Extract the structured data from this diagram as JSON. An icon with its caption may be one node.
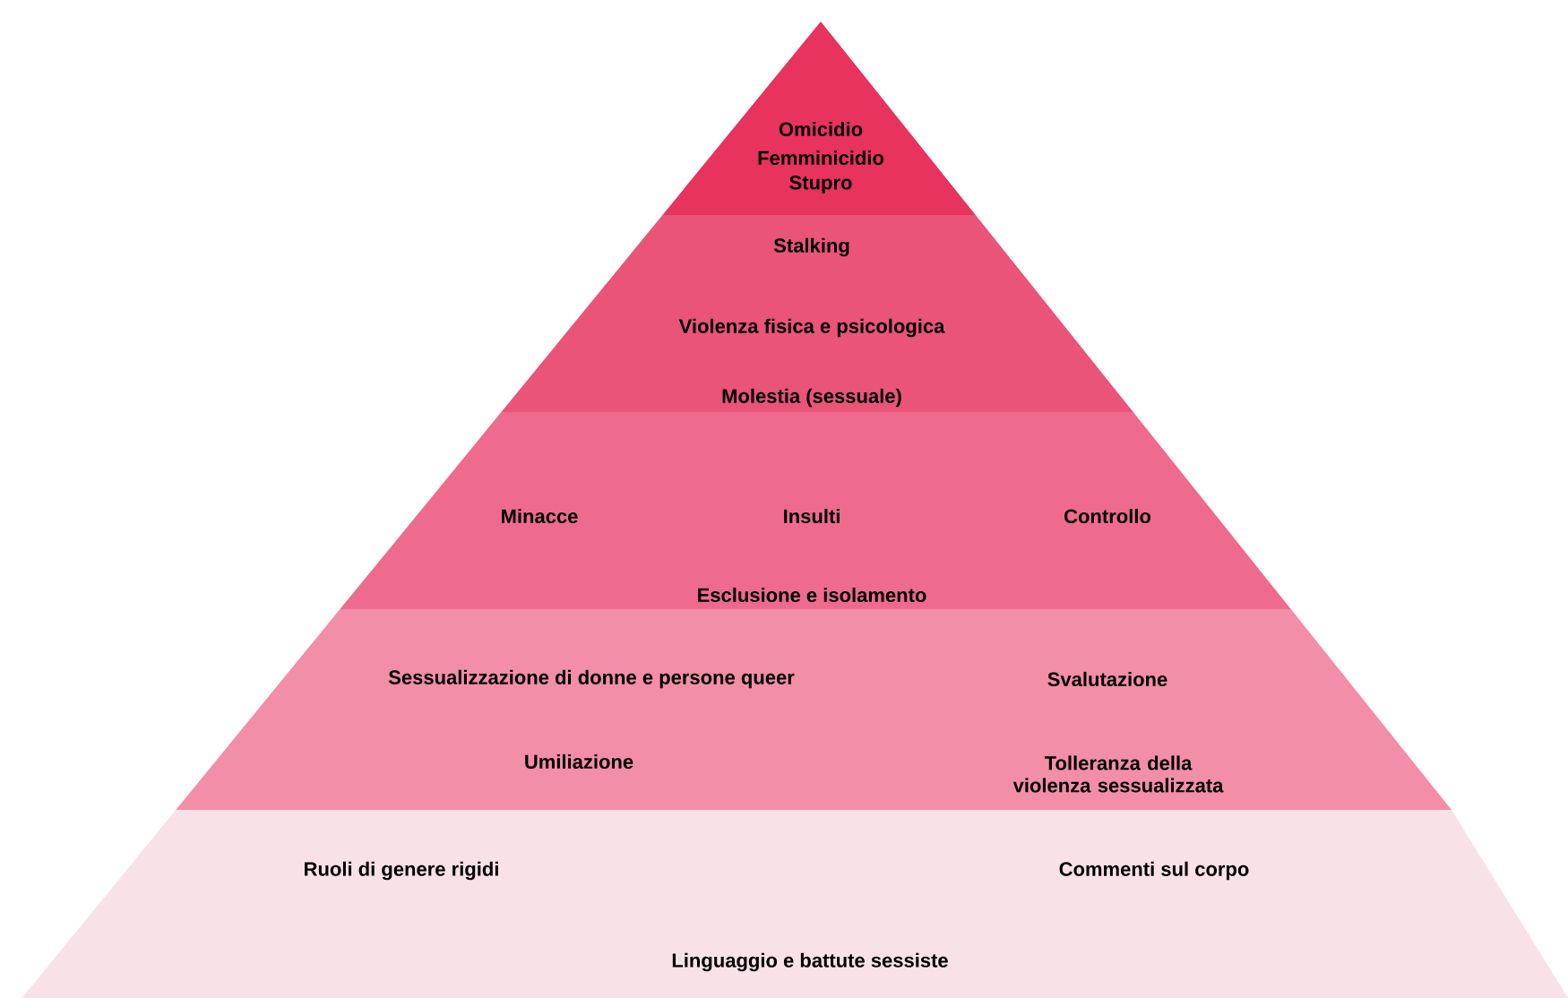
{
  "diagram": {
    "nodes": [
      {
        "text": [
          "Omicidio",
          "Femminicidio",
          "Stupro"
        ]
      },
      {
        "text": [
          "Stalking",
          "Violenza fisica e psicologica",
          "Molestia (sessuale)"
        ]
      },
      {
        "text": [
          "Minacce",
          "Insulti",
          "Controllo",
          "Esclusione e isolamento"
        ]
      },
      {
        "text": [
          "Sessualizzazione di donne e persone queer",
          "Svalutazione",
          "Umiliazione",
          "Tolleranza della violenza sessualizzata"
        ]
      },
      {
        "text": [
          "Ruoli di genere rigidi",
          "Commenti sul corpo",
          "Linguaggio e battute sessiste"
        ]
      }
    ]
  }
}
